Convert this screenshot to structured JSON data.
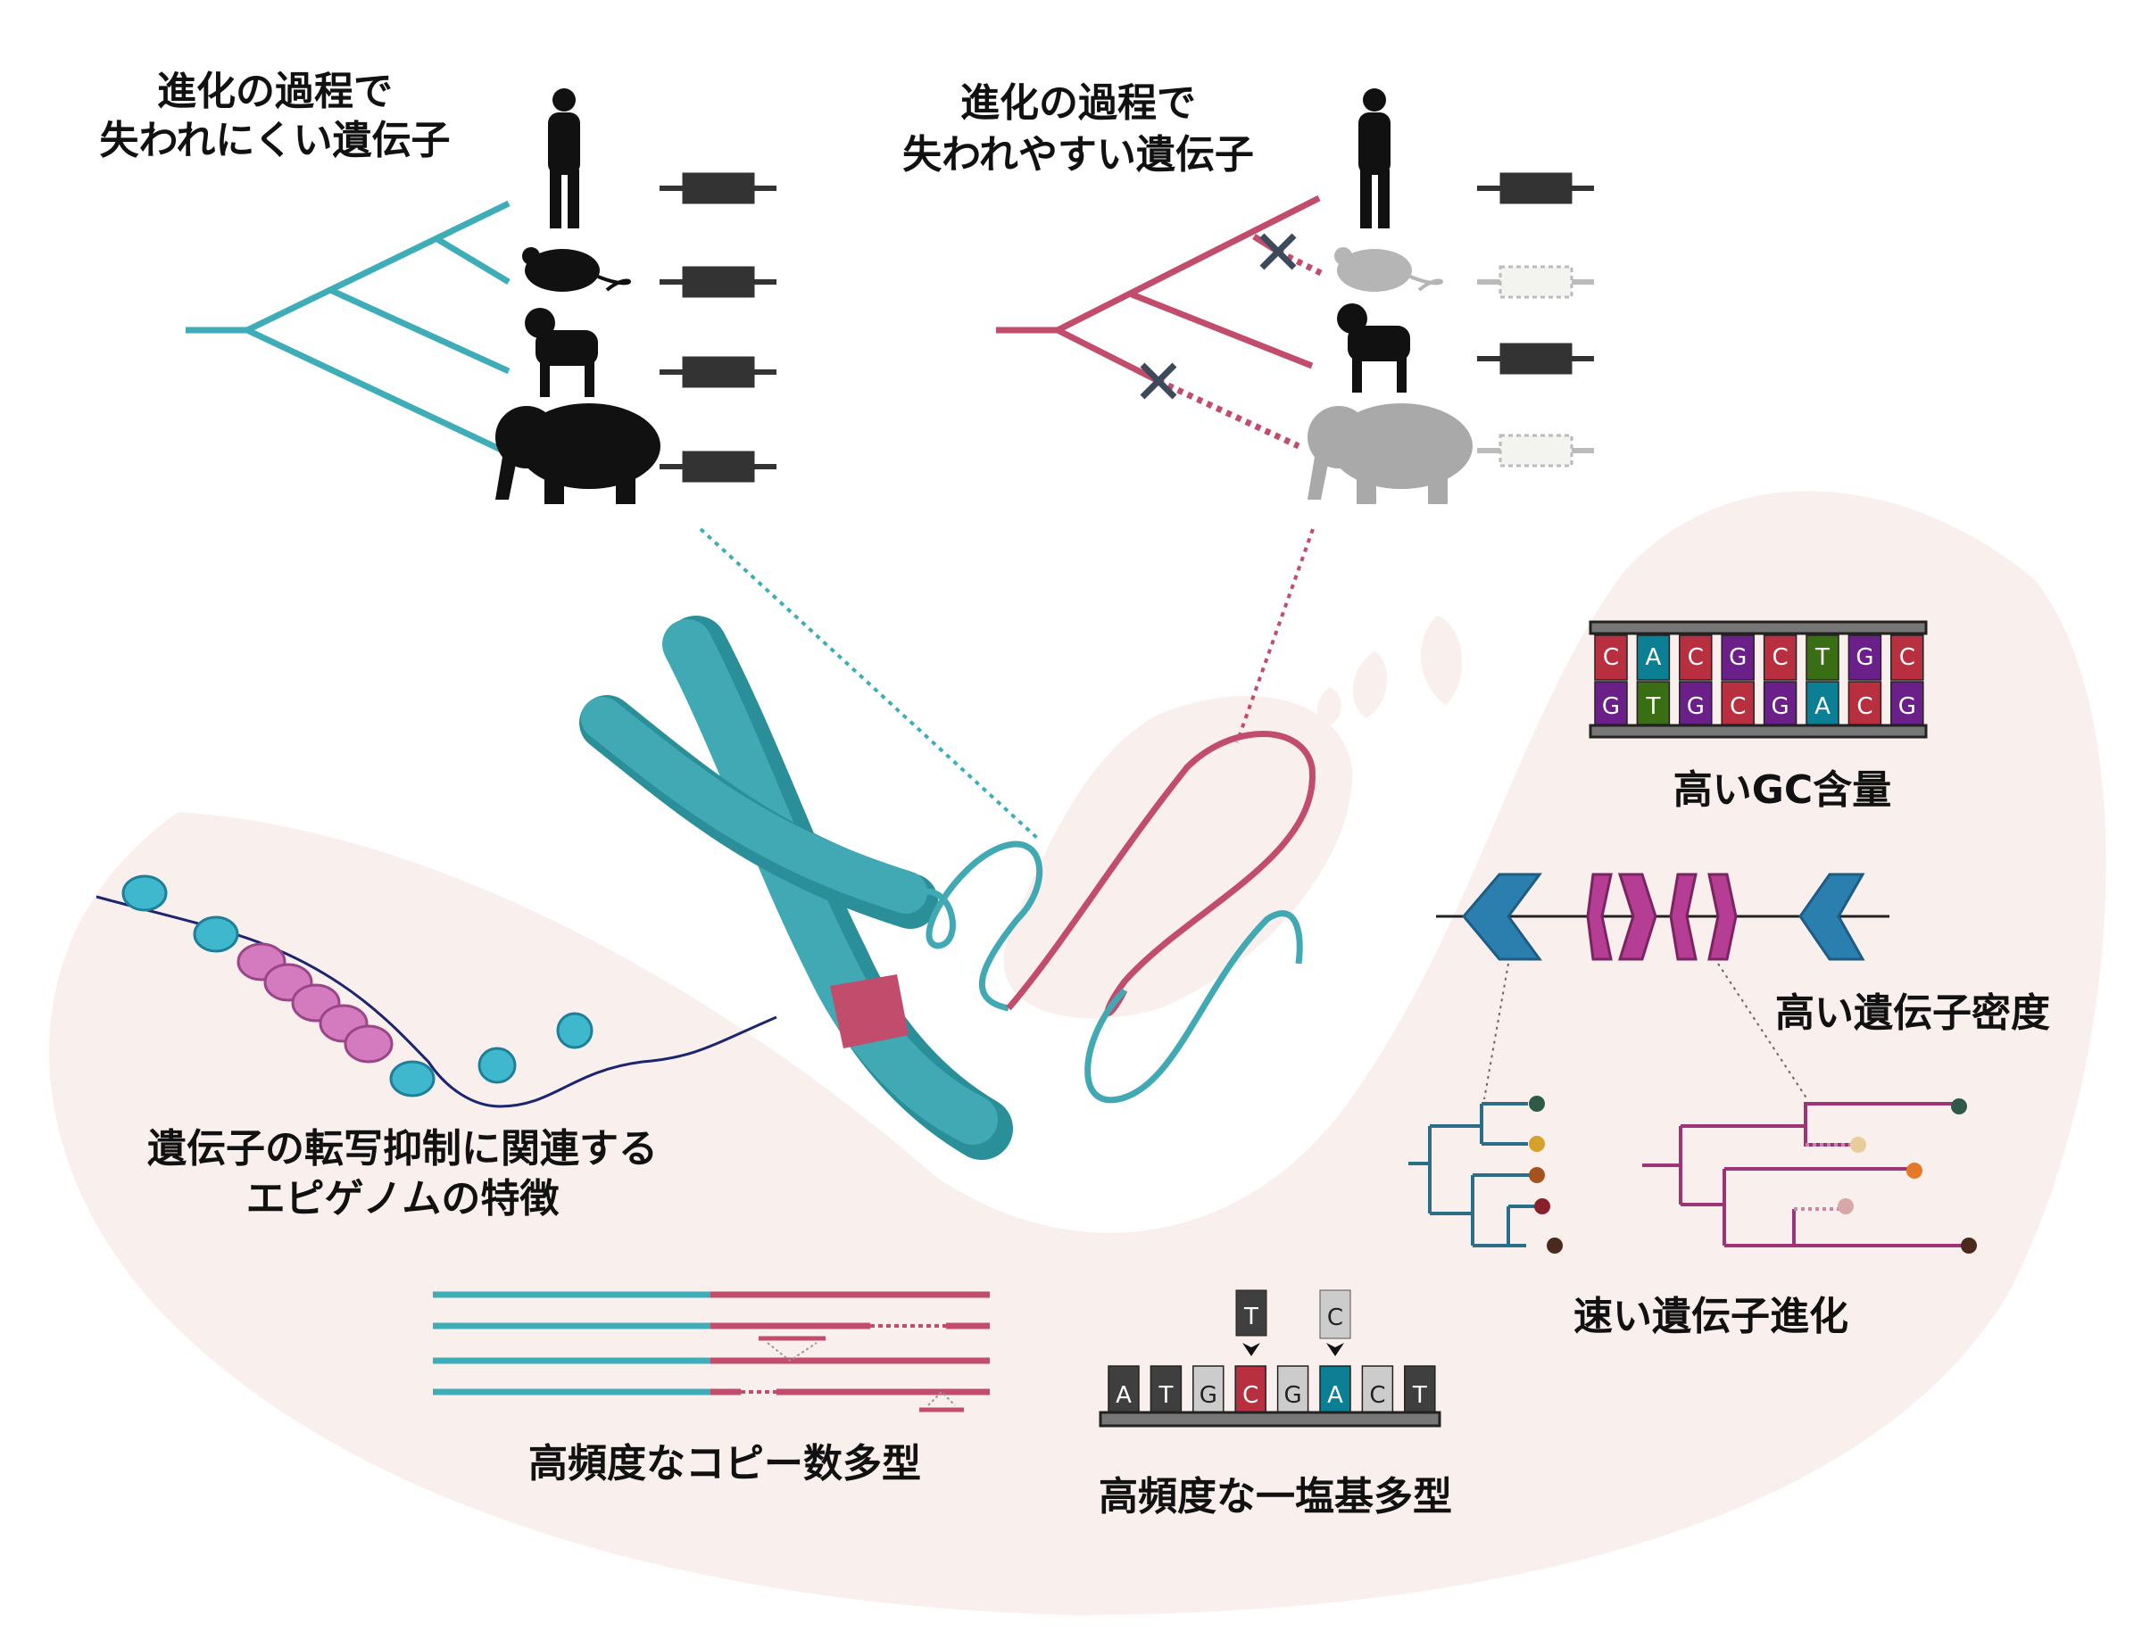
{
  "colors": {
    "teal": "#3fadb8",
    "pink": "#c24c6b",
    "blob": "#f9efec",
    "dark": "#333333"
  },
  "top_left": {
    "line1": "進化の過程で",
    "line2": "失われにくい遺伝子"
  },
  "top_right": {
    "line1": "進化の過程で",
    "line2": "失われやすい遺伝子"
  },
  "features": {
    "gc": "高いGC含量",
    "density": "高い遺伝子密度",
    "evolution": "速い遺伝子進化",
    "epi1": "遺伝子の転写抑制に関連する",
    "epi2": "エピゲノムの特徴",
    "cnv": "高頻度なコピー数多型",
    "snp": "高頻度な一塩基多型"
  },
  "dna": {
    "top": [
      "C",
      "A",
      "C",
      "G",
      "C",
      "T",
      "G",
      "C"
    ],
    "bottom": [
      "G",
      "T",
      "G",
      "C",
      "G",
      "A",
      "C",
      "G"
    ]
  },
  "snp": {
    "bases": [
      "A",
      "T",
      "G",
      "C",
      "G",
      "A",
      "C",
      "T"
    ],
    "alt1": "T",
    "alt2": "C"
  }
}
